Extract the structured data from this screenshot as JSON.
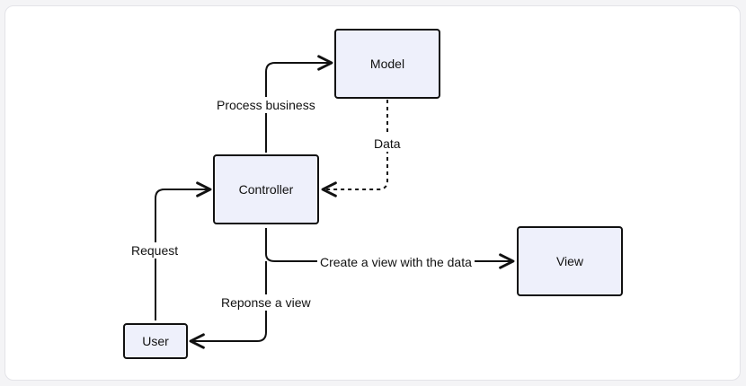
{
  "diagram": {
    "nodes": {
      "model": "Model",
      "controller": "Controller",
      "view": "View",
      "user": "User"
    },
    "edges": {
      "process_business": "Process business",
      "data": "Data",
      "request": "Request",
      "create_view": "Create a view with the data",
      "response_view": "Reponse a view"
    }
  },
  "colors": {
    "node_fill": "#eef0fb",
    "node_border": "#111111",
    "line": "#111111"
  }
}
